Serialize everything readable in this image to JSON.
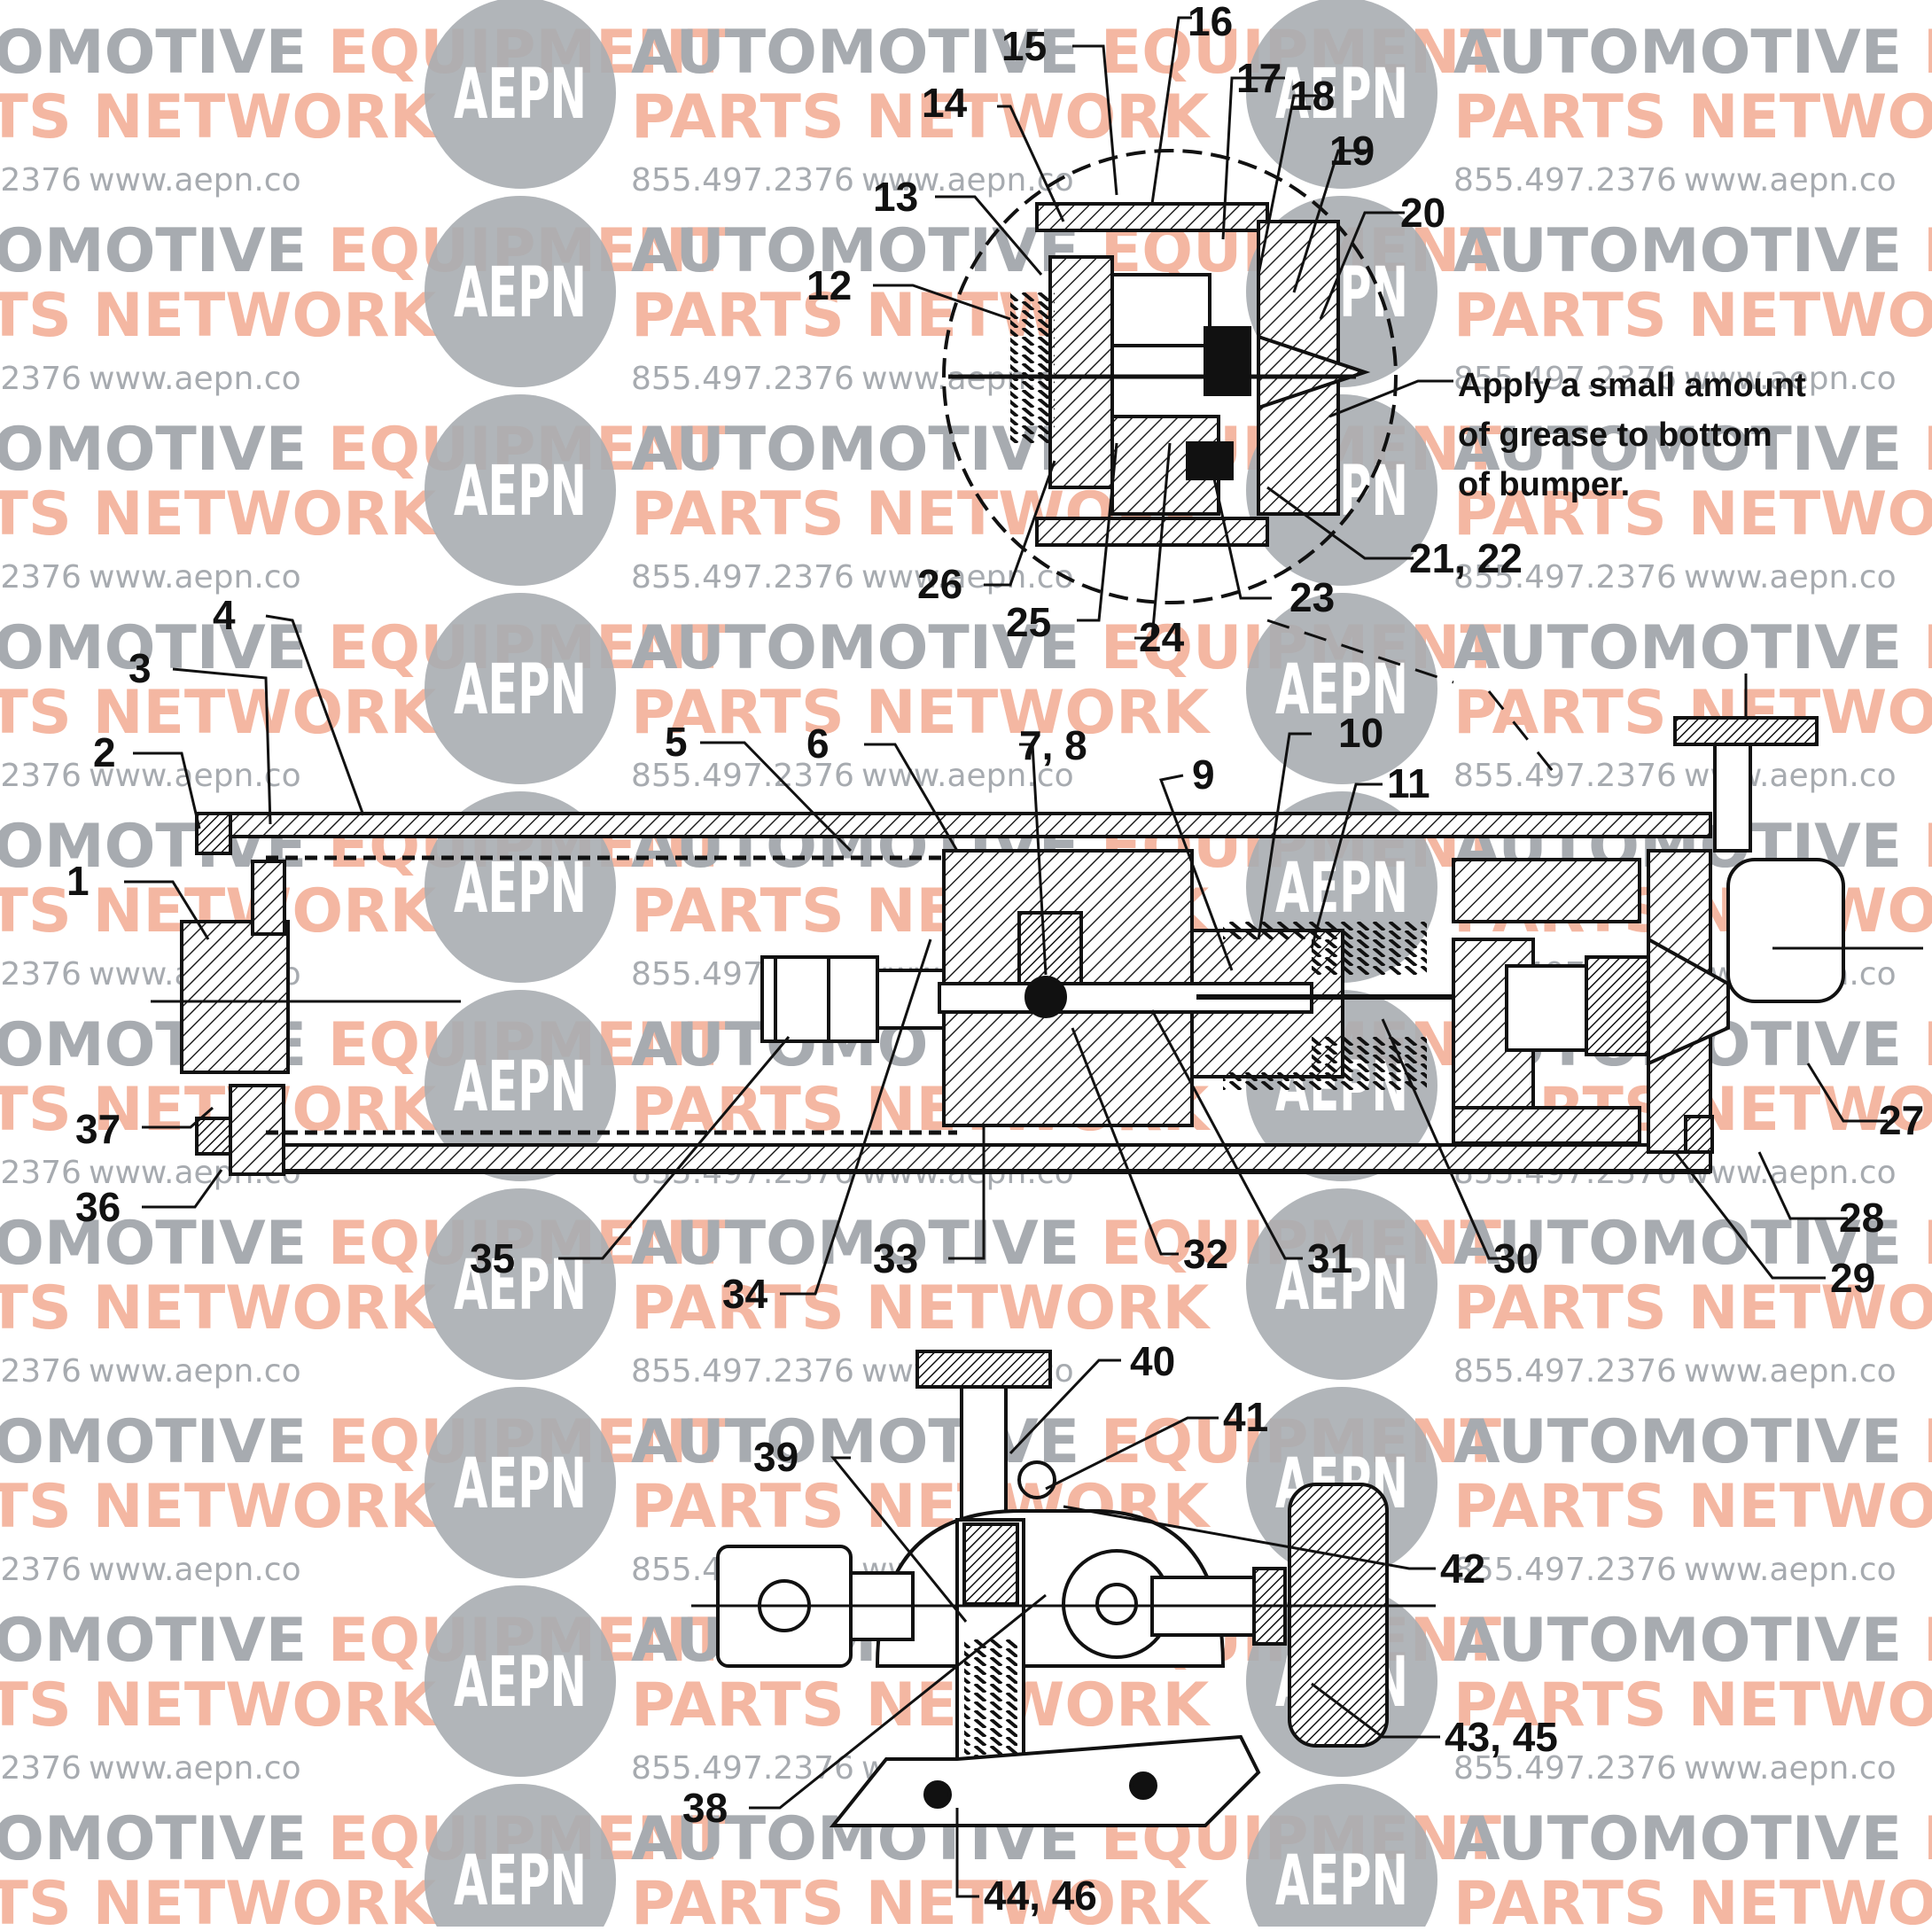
{
  "watermark": {
    "line1": "AUTOMOTIVE EQUIPMENT",
    "line1_part_a": "AUTOMOTIVE ",
    "line1_part_b": "EQUIPMENT",
    "line2": "PARTS NETWORK",
    "phone": "855.497.2376",
    "url": "www.aepn.co",
    "logo": "AEPN",
    "colors": {
      "gray": "#a7abb0",
      "salmon": "#f4b7a2",
      "logo_circle": "#a9adb1"
    }
  },
  "diagram": {
    "note": [
      "Apply a small amount",
      "of grease to bottom",
      "of bumper."
    ],
    "callouts": [
      {
        "id": "c1",
        "text": "1"
      },
      {
        "id": "c2",
        "text": "2"
      },
      {
        "id": "c3",
        "text": "3"
      },
      {
        "id": "c4",
        "text": "4"
      },
      {
        "id": "c5",
        "text": "5"
      },
      {
        "id": "c6",
        "text": "6"
      },
      {
        "id": "c78",
        "text": "7, 8"
      },
      {
        "id": "c9",
        "text": "9"
      },
      {
        "id": "c10",
        "text": "10"
      },
      {
        "id": "c11",
        "text": "11"
      },
      {
        "id": "c12",
        "text": "12"
      },
      {
        "id": "c13",
        "text": "13"
      },
      {
        "id": "c14",
        "text": "14"
      },
      {
        "id": "c15",
        "text": "15"
      },
      {
        "id": "c16",
        "text": "16"
      },
      {
        "id": "c17",
        "text": "17"
      },
      {
        "id": "c18",
        "text": "18"
      },
      {
        "id": "c19",
        "text": "19"
      },
      {
        "id": "c20",
        "text": "20"
      },
      {
        "id": "c2122",
        "text": "21, 22"
      },
      {
        "id": "c23",
        "text": "23"
      },
      {
        "id": "c24",
        "text": "24"
      },
      {
        "id": "c25",
        "text": "25"
      },
      {
        "id": "c26",
        "text": "26"
      },
      {
        "id": "c27",
        "text": "27"
      },
      {
        "id": "c28",
        "text": "28"
      },
      {
        "id": "c29",
        "text": "29"
      },
      {
        "id": "c30",
        "text": "30"
      },
      {
        "id": "c31",
        "text": "31"
      },
      {
        "id": "c32",
        "text": "32"
      },
      {
        "id": "c33",
        "text": "33"
      },
      {
        "id": "c34",
        "text": "34"
      },
      {
        "id": "c35",
        "text": "35"
      },
      {
        "id": "c36",
        "text": "36"
      },
      {
        "id": "c37",
        "text": "37"
      },
      {
        "id": "c38",
        "text": "38"
      },
      {
        "id": "c39",
        "text": "39"
      },
      {
        "id": "c40",
        "text": "40"
      },
      {
        "id": "c41",
        "text": "41"
      },
      {
        "id": "c42",
        "text": "42"
      },
      {
        "id": "c4345",
        "text": "43, 45"
      },
      {
        "id": "c4446",
        "text": "44, 46"
      }
    ]
  }
}
